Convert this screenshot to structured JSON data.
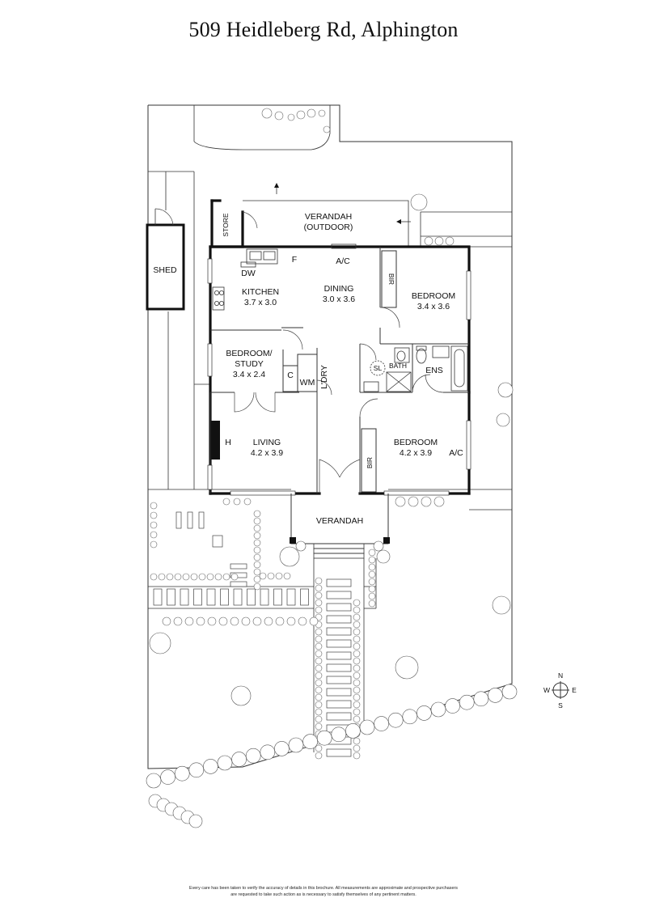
{
  "title": "509 Heidleberg Rd, Alphington",
  "rooms": {
    "verandah_outdoor": {
      "name": "VERANDAH",
      "sub": "(OUTDOOR)"
    },
    "store": "STORE",
    "shed": "SHED",
    "kitchen": {
      "name": "KITCHEN",
      "size": "3.7 x 3.0"
    },
    "dining": {
      "name": "DINING",
      "size": "3.0 x 3.6"
    },
    "bedroom_ne": {
      "name": "BEDROOM",
      "size": "3.4 x 3.6"
    },
    "bedroom_study": {
      "name": "BEDROOM/",
      "sub": "STUDY",
      "size": "3.4 x 2.4"
    },
    "living": {
      "name": "LIVING",
      "size": "4.2 x 3.9"
    },
    "bedroom_se": {
      "name": "BEDROOM",
      "size": "4.2 x 3.9"
    },
    "verandah_front": "VERANDAH",
    "laundry": "L'DRY",
    "bath": "BATH",
    "ens": "ENS"
  },
  "fixtures": {
    "dw": "DW",
    "f": "F",
    "ac_dining": "A/C",
    "ac_bedroom": "A/C",
    "bir_north": "BIR",
    "bir_south": "BIR",
    "c": "C",
    "wm": "WM",
    "sl": "SL",
    "h": "H"
  },
  "compass": {
    "n": "N",
    "s": "S",
    "e": "E",
    "w": "W"
  },
  "disclaimer": [
    "Every care has been taken to verify the accuracy of details in this brochure. All measurements are approximate and prospective purchasers",
    "are requested to take such action as is necessary to satisfy themselves of any pertinent matters."
  ]
}
